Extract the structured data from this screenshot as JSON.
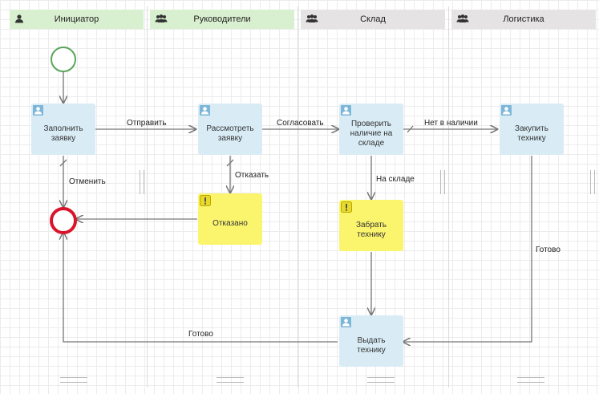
{
  "lanes": [
    {
      "label": "Инициатор",
      "icon": "user-icon"
    },
    {
      "label": "Руководители",
      "icon": "users-icon"
    },
    {
      "label": "Склад",
      "icon": "users-icon"
    },
    {
      "label": "Логистика",
      "icon": "users-icon"
    }
  ],
  "tasks": {
    "fill_request": "Заполнить заявку",
    "review_request": "Рассмотреть заявку",
    "denied": "Отказано",
    "check_stock": "Проверить наличие на складе",
    "pick_equipment": "Забрать технику",
    "issue_equipment": "Выдать технику",
    "buy_equipment": "Закупить технику"
  },
  "edges": {
    "send": "Отправить",
    "approve": "Согласовать",
    "not_available": "Нет в наличии",
    "cancel": "Отменить",
    "reject": "Отказать",
    "in_stock": "На складе",
    "done_logistics": "Готово",
    "done_issue": "Готово"
  },
  "colors": {
    "lane_green": "#d9f0d0",
    "lane_grey": "#e6e3e5",
    "task_blue": "#d9ecf6",
    "task_yellow": "#fbf56e",
    "start_event": "#5aa45a",
    "end_event": "#d9142a",
    "edge": "#777777"
  }
}
